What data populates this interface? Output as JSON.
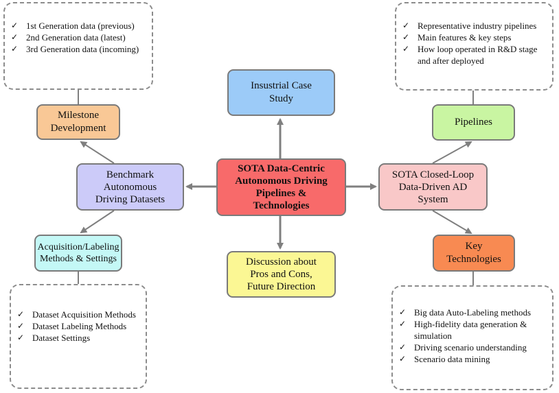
{
  "colors": {
    "center": "#f86a6a",
    "case_study": "#9ccbf8",
    "pipelines": "#c9f5a2",
    "closed_loop": "#f9c8c8",
    "key_tech": "#f88a52",
    "discussion": "#fbf794",
    "benchmark": "#cccbf9",
    "milestone": "#f9c896",
    "acquisition": "#c4f8f6",
    "edge": "#7f7f7f"
  },
  "nodes": {
    "center": "SOTA Data-Centric Autonomous Driving Pipelines & Technologies",
    "center_lines": [
      "SOTA Data-Centric",
      "Autonomous Driving",
      "Pipelines &",
      "Technologies"
    ],
    "case_study_lines": [
      "Insustrial Case",
      "Study"
    ],
    "pipelines": "Pipelines",
    "closed_loop_lines": [
      "SOTA Closed-Loop",
      "Data-Driven AD",
      "System"
    ],
    "key_tech_lines": [
      "Key",
      "Technologies"
    ],
    "discussion_lines": [
      "Discussion about",
      "Pros and Cons,",
      "Future Direction"
    ],
    "benchmark_lines": [
      "Benchmark",
      "Autonomous",
      "Driving Datasets"
    ],
    "milestone_lines": [
      "Milestone",
      "Development"
    ],
    "acquisition_lines": [
      "Acquisition/Labeling",
      "Methods & Settings"
    ]
  },
  "notes": {
    "milestone": [
      "1st Generation data (previous)",
      "2nd Generation data (latest)",
      "3rd Generation data (incoming)"
    ],
    "pipelines": [
      "Representative industry pipelines",
      "Main features & key steps",
      "How loop operated in R&D stage and after deployed"
    ],
    "acquisition": [
      "Dataset Acquisition Methods",
      "Dataset Labeling Methods",
      "Dataset Settings"
    ],
    "key_tech": [
      "Big data Auto-Labeling methods",
      "High-fidelity data generation & simulation",
      "Driving scenario understanding",
      "Scenario data mining"
    ]
  },
  "check_icon": "✓"
}
